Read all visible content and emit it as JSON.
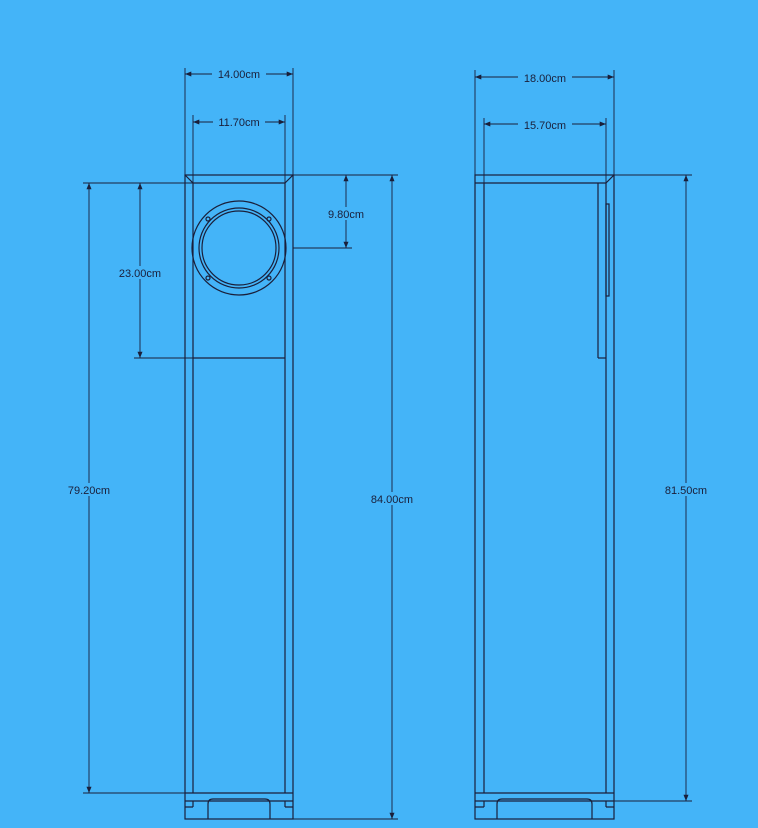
{
  "front_view": {
    "width_outer": "14.00cm",
    "width_inner": "11.70cm",
    "driver_center_height": "9.80cm",
    "driver_chamber_height": "23.00cm",
    "inner_height": "79.20cm",
    "total_height": "84.00cm"
  },
  "side_view": {
    "depth_outer": "18.00cm",
    "depth_inner": "15.70cm",
    "height": "81.50cm"
  },
  "colors": {
    "background": "#44b4f8",
    "lines": "#1a1f3a"
  }
}
